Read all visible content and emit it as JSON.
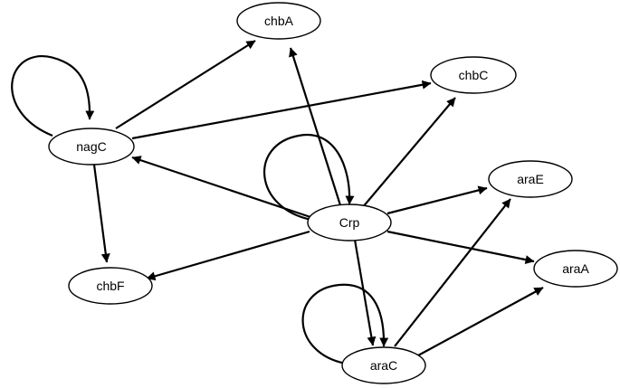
{
  "diagram": {
    "type": "directed-graph",
    "nodes": {
      "chbA": "chbA",
      "chbC": "chbC",
      "nagC": "nagC",
      "araE": "araE",
      "Crp": "Crp",
      "araA": "araA",
      "chbF": "chbF",
      "araC": "araC"
    },
    "edges": [
      {
        "from": "nagC",
        "to": "nagC"
      },
      {
        "from": "nagC",
        "to": "chbA"
      },
      {
        "from": "nagC",
        "to": "chbC"
      },
      {
        "from": "nagC",
        "to": "chbF"
      },
      {
        "from": "Crp",
        "to": "Crp"
      },
      {
        "from": "Crp",
        "to": "chbA"
      },
      {
        "from": "Crp",
        "to": "chbC"
      },
      {
        "from": "Crp",
        "to": "nagC"
      },
      {
        "from": "Crp",
        "to": "araE"
      },
      {
        "from": "Crp",
        "to": "araA"
      },
      {
        "from": "Crp",
        "to": "chbF"
      },
      {
        "from": "Crp",
        "to": "araC"
      },
      {
        "from": "araC",
        "to": "araC"
      },
      {
        "from": "araC",
        "to": "araE"
      },
      {
        "from": "araC",
        "to": "araA"
      }
    ]
  }
}
